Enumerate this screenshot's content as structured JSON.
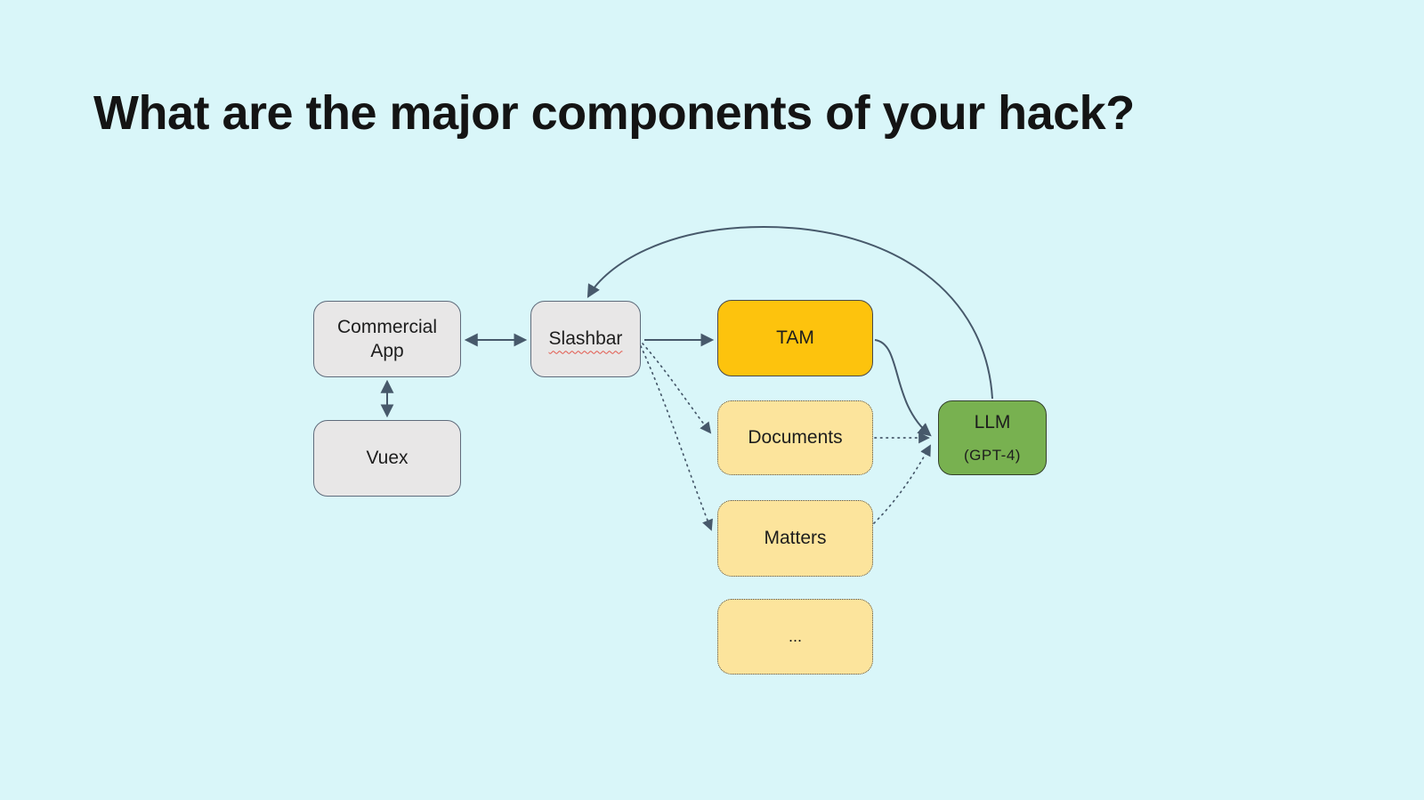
{
  "title": "What are the major components of your hack?",
  "nodes": [
    {
      "id": "commercial-app",
      "label": "Commercial App",
      "type": "solid-gray"
    },
    {
      "id": "vuex",
      "label": "Vuex",
      "type": "solid-gray"
    },
    {
      "id": "slashbar",
      "label": "Slashbar",
      "type": "solid-gray",
      "spellcheck_underline": true
    },
    {
      "id": "tam",
      "label": "TAM",
      "type": "solid-amber"
    },
    {
      "id": "documents",
      "label": "Documents",
      "type": "dotted-yellow"
    },
    {
      "id": "matters",
      "label": "Matters",
      "type": "dotted-yellow"
    },
    {
      "id": "ellipsis",
      "label": "...",
      "type": "dotted-yellow"
    },
    {
      "id": "llm",
      "label": "LLM",
      "sublabel": "(GPT-4)",
      "type": "solid-green"
    }
  ],
  "edges": [
    {
      "from": "commercial-app",
      "to": "slashbar",
      "style": "solid",
      "direction": "both"
    },
    {
      "from": "commercial-app",
      "to": "vuex",
      "style": "solid",
      "direction": "both"
    },
    {
      "from": "slashbar",
      "to": "tam",
      "style": "solid",
      "direction": "forward"
    },
    {
      "from": "tam",
      "to": "llm",
      "style": "solid",
      "direction": "forward"
    },
    {
      "from": "llm",
      "to": "slashbar",
      "style": "solid",
      "direction": "forward",
      "shape": "large return curve over diagram"
    },
    {
      "from": "slashbar",
      "to": "documents",
      "style": "dotted",
      "direction": "forward"
    },
    {
      "from": "slashbar",
      "to": "matters",
      "style": "dotted",
      "direction": "forward"
    },
    {
      "from": "documents",
      "to": "llm",
      "style": "dotted",
      "direction": "forward"
    },
    {
      "from": "matters",
      "to": "llm",
      "style": "dotted",
      "direction": "forward"
    }
  ],
  "colors": {
    "background": "#d9f6f9",
    "node_gray_fill": "#e8e7e7",
    "node_gray_border": "#5f6b7b",
    "node_amber_fill": "#fdc30d",
    "node_yellow_fill": "#fce49c",
    "node_green_fill": "#78b150",
    "arrow": "#47596b",
    "spellcheck_underline": "#e2574c",
    "title_text": "#141414"
  }
}
